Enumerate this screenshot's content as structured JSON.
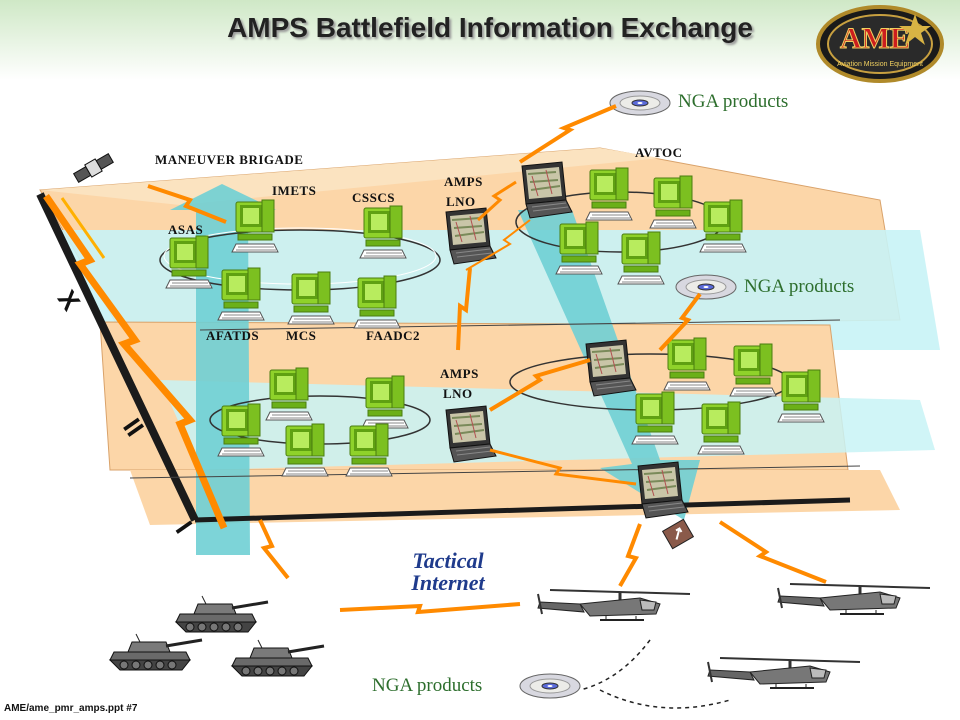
{
  "title": "AMPS Battlefield Information Exchange",
  "logo": {
    "big": "AME",
    "ring_text": "Aviation Mission Equipment"
  },
  "labels": {
    "maneuver_brigade": "MANEUVER BRIGADE",
    "imets": "IMETS",
    "csscs": "CSSCS",
    "asas": "ASAS",
    "afatds": "AFATDS",
    "mcs": "MCS",
    "faadc2": "FAADC2",
    "amps_lno_top": [
      "AMPS",
      "LNO"
    ],
    "amps_lno_mid": [
      "AMPS",
      "LNO"
    ],
    "avtoc": "AVTOC"
  },
  "nga_products": [
    "NGA products",
    "NGA products",
    "NGA products"
  ],
  "echelons": [
    "X",
    "II",
    "I"
  ],
  "tactical_internet": [
    "Tactical",
    "Internet"
  ],
  "footer": "AME/ame_pmr_amps.ppt #7",
  "colors": {
    "plane": "#fcd6a8",
    "band": "#c8f3f6",
    "arrow": "#6fcfd4",
    "monitor": "#8fd22a",
    "bolt": "#ff8a00",
    "frame": "#1b1b1b"
  },
  "icons": [
    "satellite-icon",
    "computer-icon",
    "laptop-icon",
    "cd-icon",
    "tank-icon",
    "helicopter-icon",
    "lightning-icon",
    "device-icon"
  ]
}
